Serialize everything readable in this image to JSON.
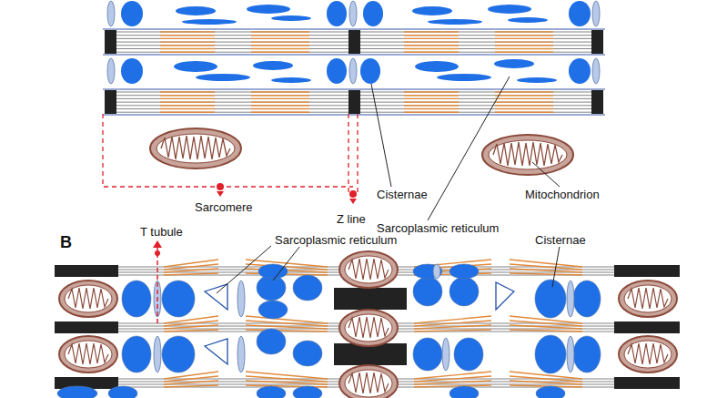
{
  "diagram": {
    "labels": [
      "Cisternae",
      "Sarcoplasmic reticulum",
      "Mitochondrion",
      "Sarcomere",
      "Z line",
      "B",
      "T tubule",
      "Sarcoplasmic reticulum",
      "Cisternae"
    ]
  }
}
